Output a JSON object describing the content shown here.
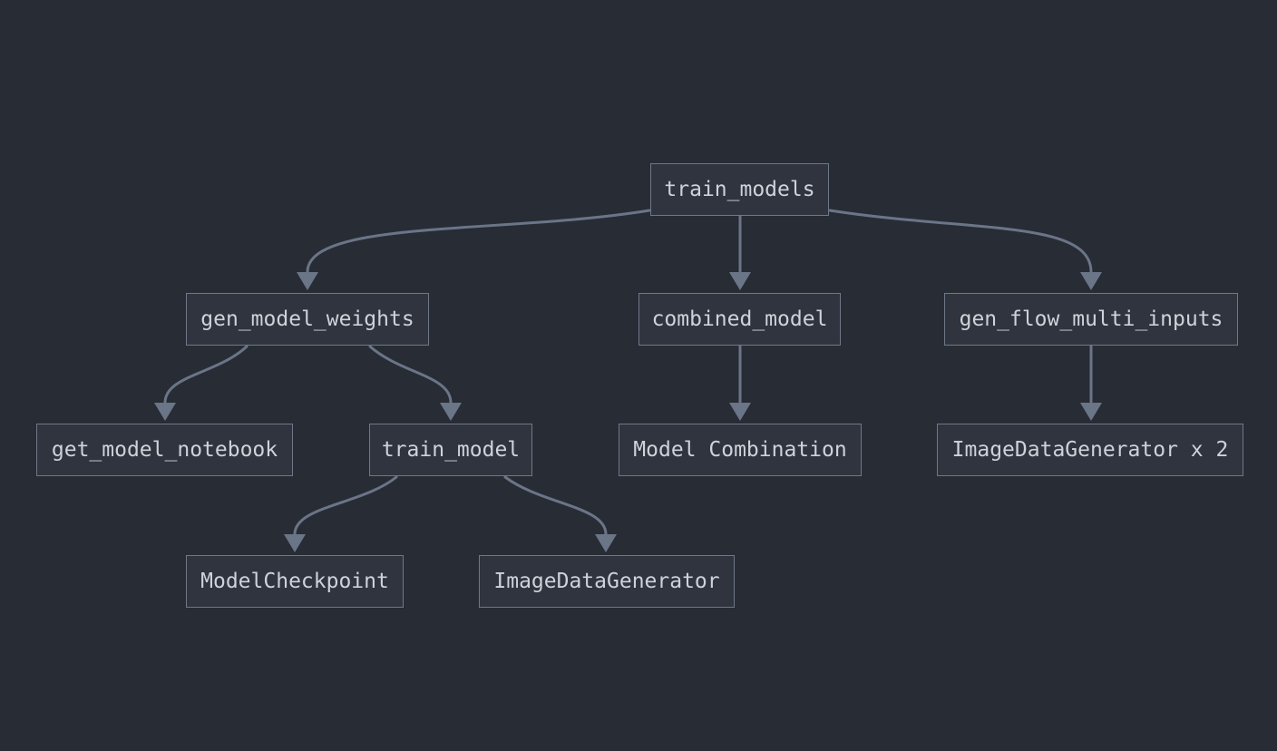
{
  "diagram": {
    "type": "flowchart",
    "nodes": {
      "train_models": {
        "label": "train_models"
      },
      "gen_model_weights": {
        "label": "gen_model_weights"
      },
      "combined_model": {
        "label": "combined_model"
      },
      "gen_flow_multi_inputs": {
        "label": "gen_flow_multi_inputs"
      },
      "get_model_notebook": {
        "label": "get_model_notebook"
      },
      "train_model": {
        "label": "train_model"
      },
      "model_combination": {
        "label": "Model Combination"
      },
      "image_data_generator_x2": {
        "label": "ImageDataGenerator x 2"
      },
      "model_checkpoint": {
        "label": "ModelCheckpoint"
      },
      "image_data_generator": {
        "label": "ImageDataGenerator"
      }
    },
    "edges": [
      {
        "from": "train_models",
        "to": "gen_model_weights"
      },
      {
        "from": "train_models",
        "to": "combined_model"
      },
      {
        "from": "train_models",
        "to": "gen_flow_multi_inputs"
      },
      {
        "from": "gen_model_weights",
        "to": "get_model_notebook"
      },
      {
        "from": "gen_model_weights",
        "to": "train_model"
      },
      {
        "from": "combined_model",
        "to": "model_combination"
      },
      {
        "from": "gen_flow_multi_inputs",
        "to": "image_data_generator_x2"
      },
      {
        "from": "train_model",
        "to": "model_checkpoint"
      },
      {
        "from": "train_model",
        "to": "image_data_generator"
      }
    ],
    "colors": {
      "background": "#282c34",
      "node_fill": "#2f343e",
      "node_border": "#6f7889",
      "text": "#ced3da",
      "edge": "#6b7588"
    }
  }
}
